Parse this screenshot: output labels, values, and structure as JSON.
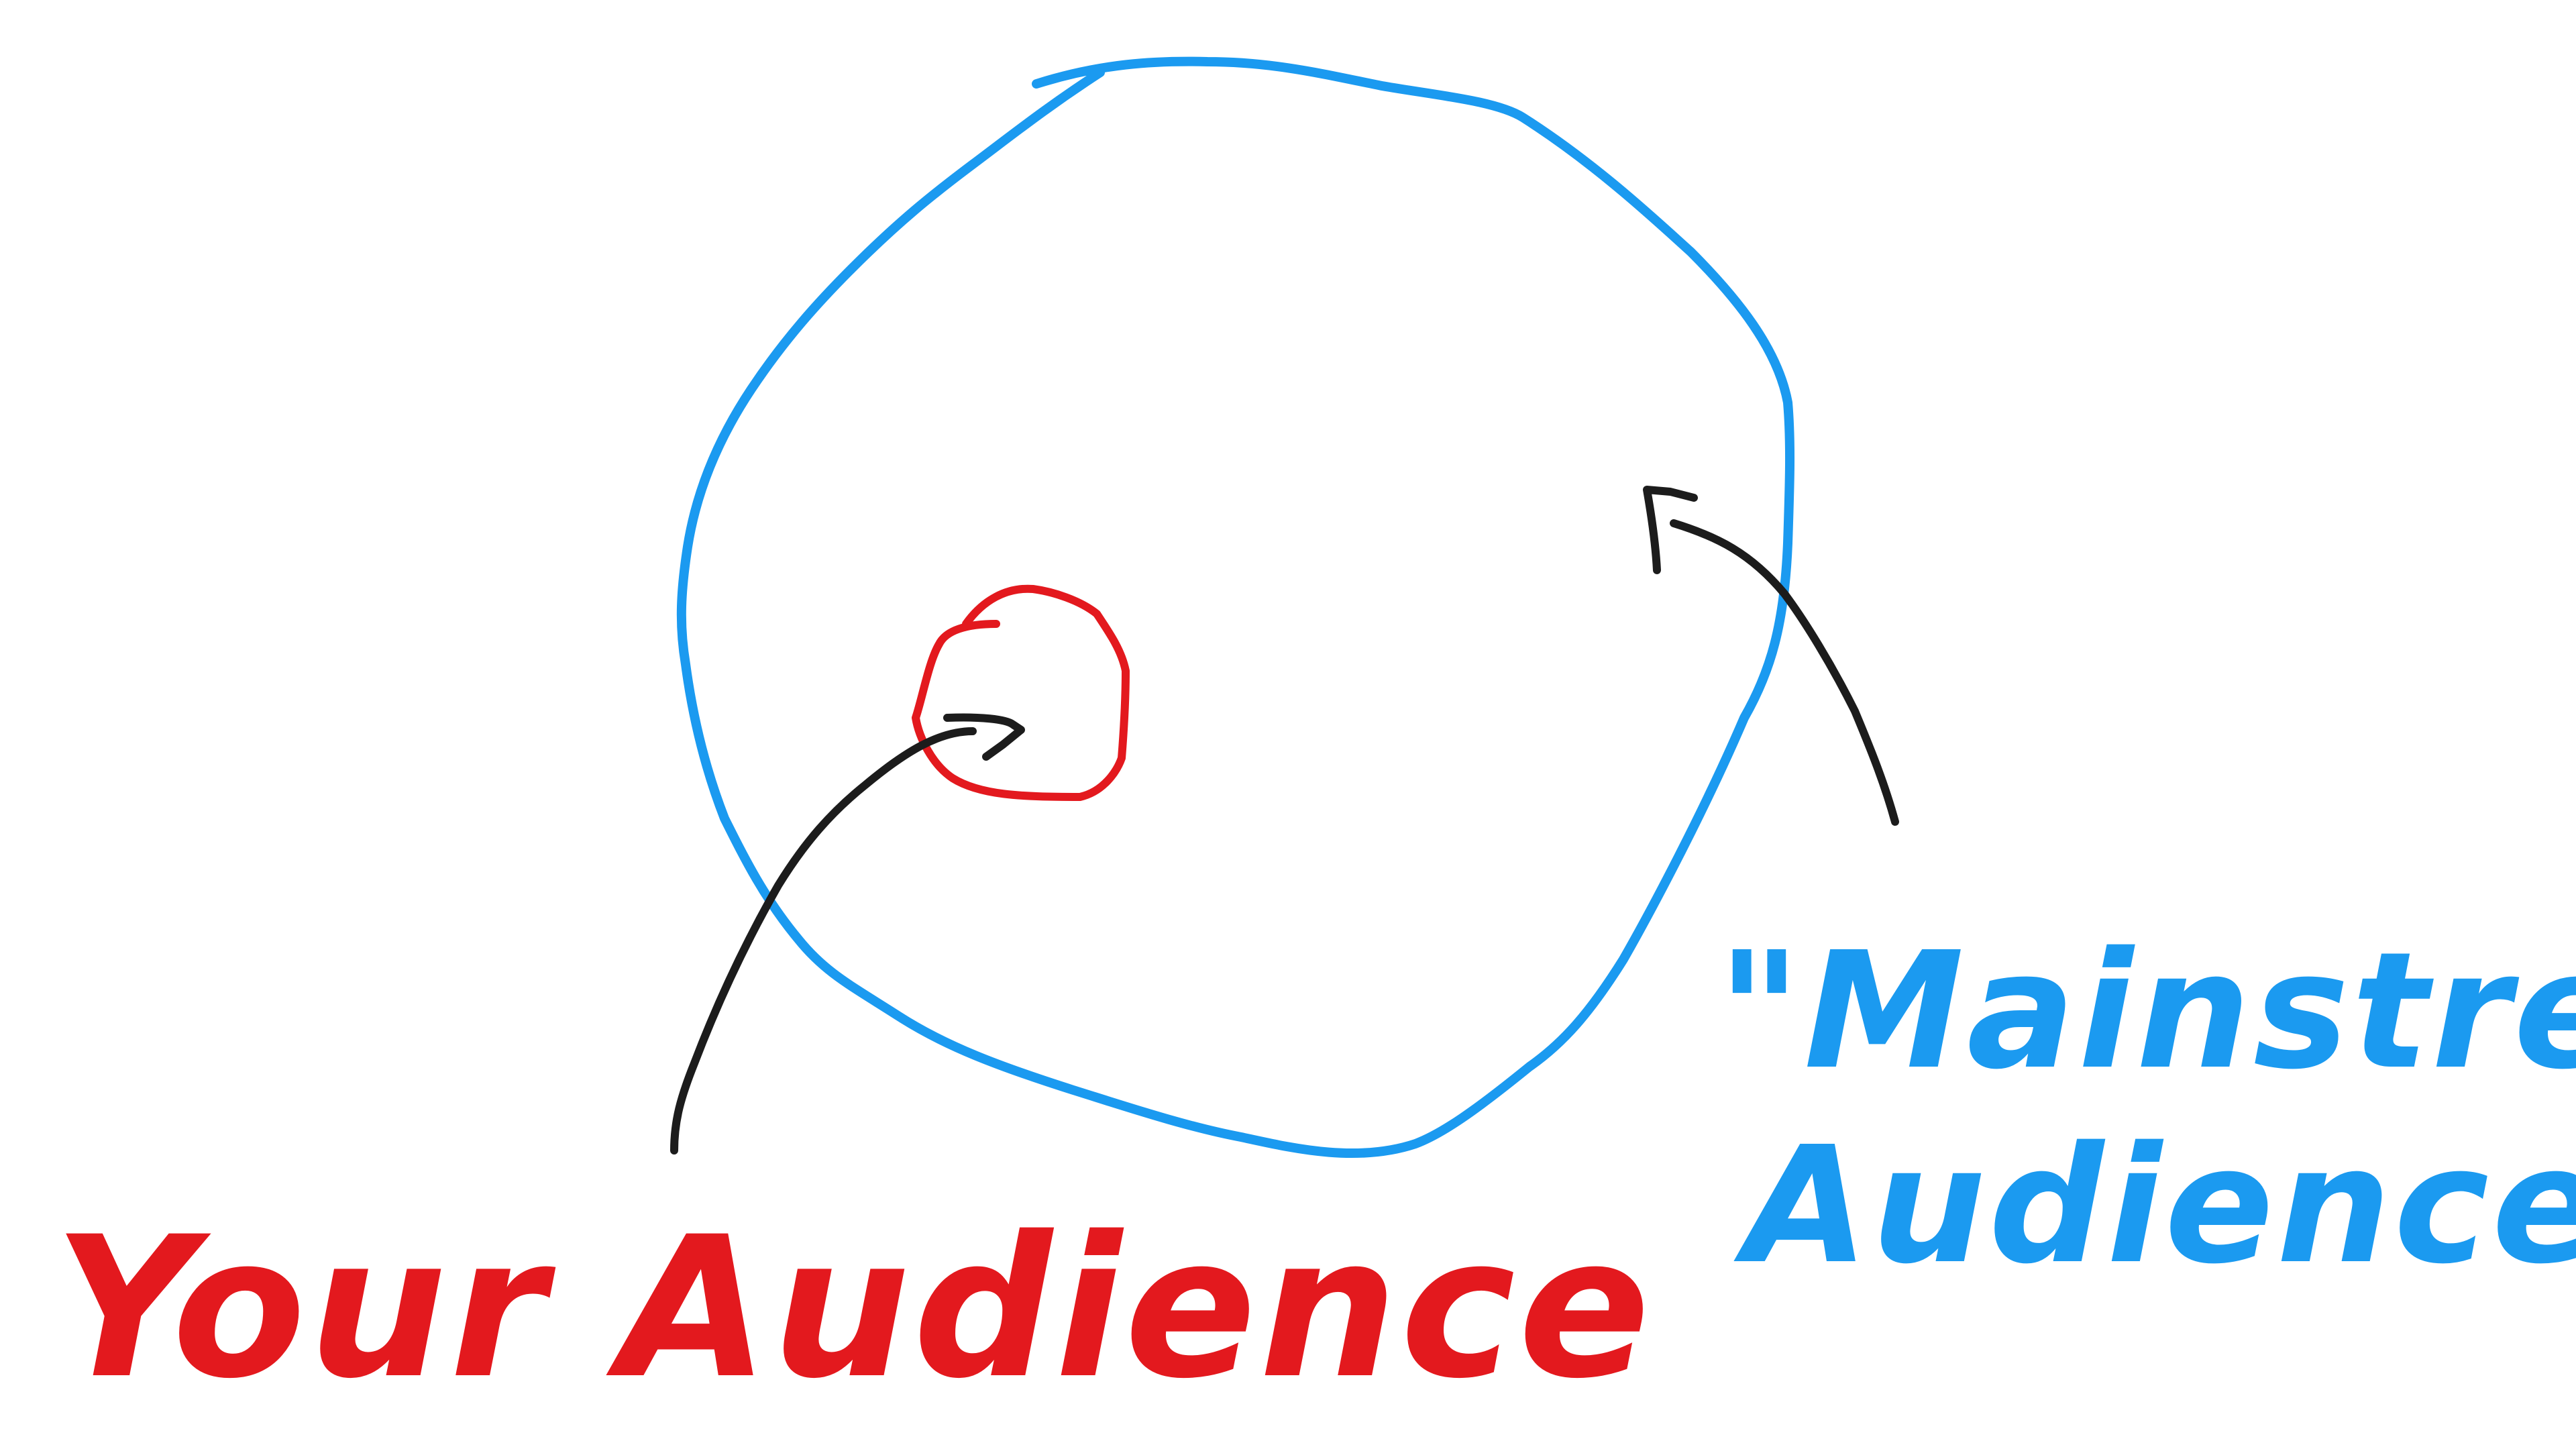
{
  "labels": {
    "your_audience": "Your Audience",
    "mainstream_line1": "\"Mainstream",
    "mainstream_line2": "Audience\""
  },
  "colors": {
    "your_audience": "#e3191e",
    "mainstream": "#1b9af0",
    "arrow": "#1c1c1c",
    "background": "#ffffff"
  }
}
